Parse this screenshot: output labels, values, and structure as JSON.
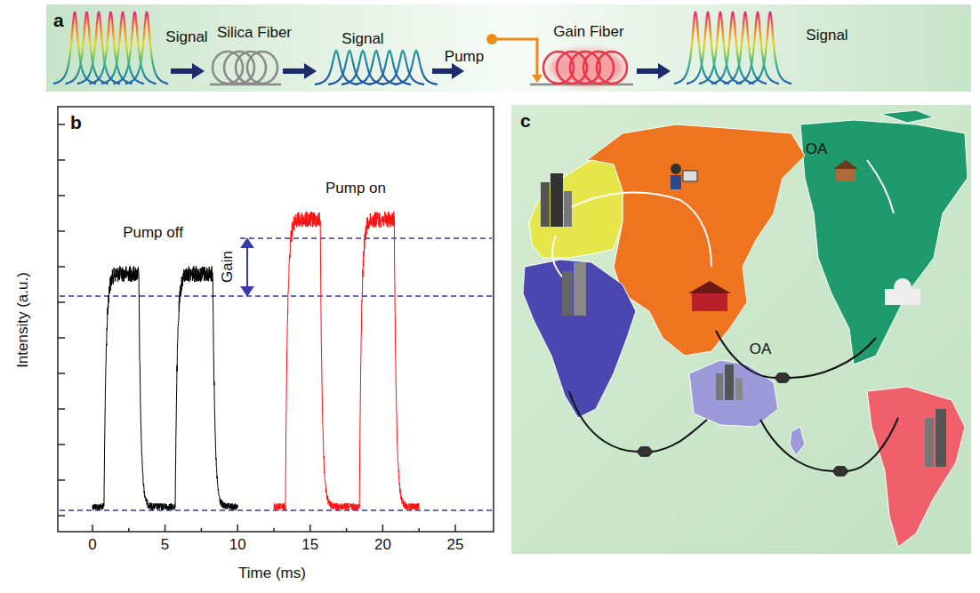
{
  "diagram": {
    "nodes": [
      {
        "text": [
          "a"
        ]
      },
      {
        "text": [
          "b"
        ]
      },
      {
        "text": [
          "c"
        ]
      }
    ],
    "labels": [
      "Signal",
      "Silica Fiber",
      "Signal",
      "Pump",
      "Gain Fiber",
      "Signal",
      "Pump off",
      "Pump on",
      "Gain",
      "Intensity (a.u.)",
      "Time (ms)",
      "0",
      "5",
      "10",
      "15",
      "20",
      "25",
      "OA",
      "OA"
    ]
  }
}
